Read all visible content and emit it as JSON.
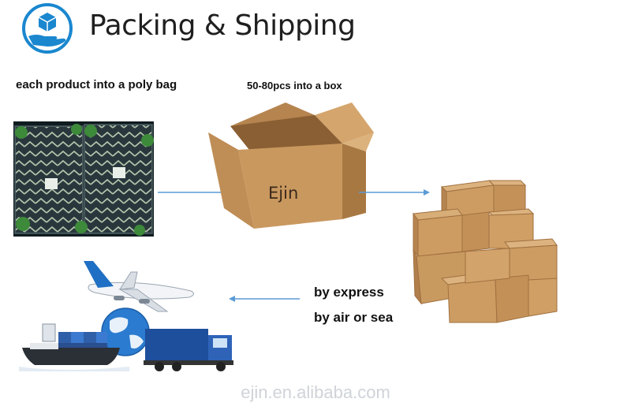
{
  "header": {
    "title": "Packing & Shipping",
    "logo_icon": "hand-holding-box-icon",
    "accent_color": "#1a87cf"
  },
  "steps": {
    "poly_bag_caption": "each product into a poly bag",
    "box_caption": "50-80pcs into a box",
    "box_brand": "Ejin",
    "express_caption": "by express",
    "air_sea_caption": "by air or sea"
  },
  "footer": {
    "watermark": "ejin.en.alibaba.com"
  },
  "colors": {
    "arrow": "#5b9bd5",
    "cardboard": "#c9985f",
    "cardboard_dark": "#a87842",
    "bag_dark": "#0f1c20",
    "bag_green": "#3d8a3a"
  }
}
